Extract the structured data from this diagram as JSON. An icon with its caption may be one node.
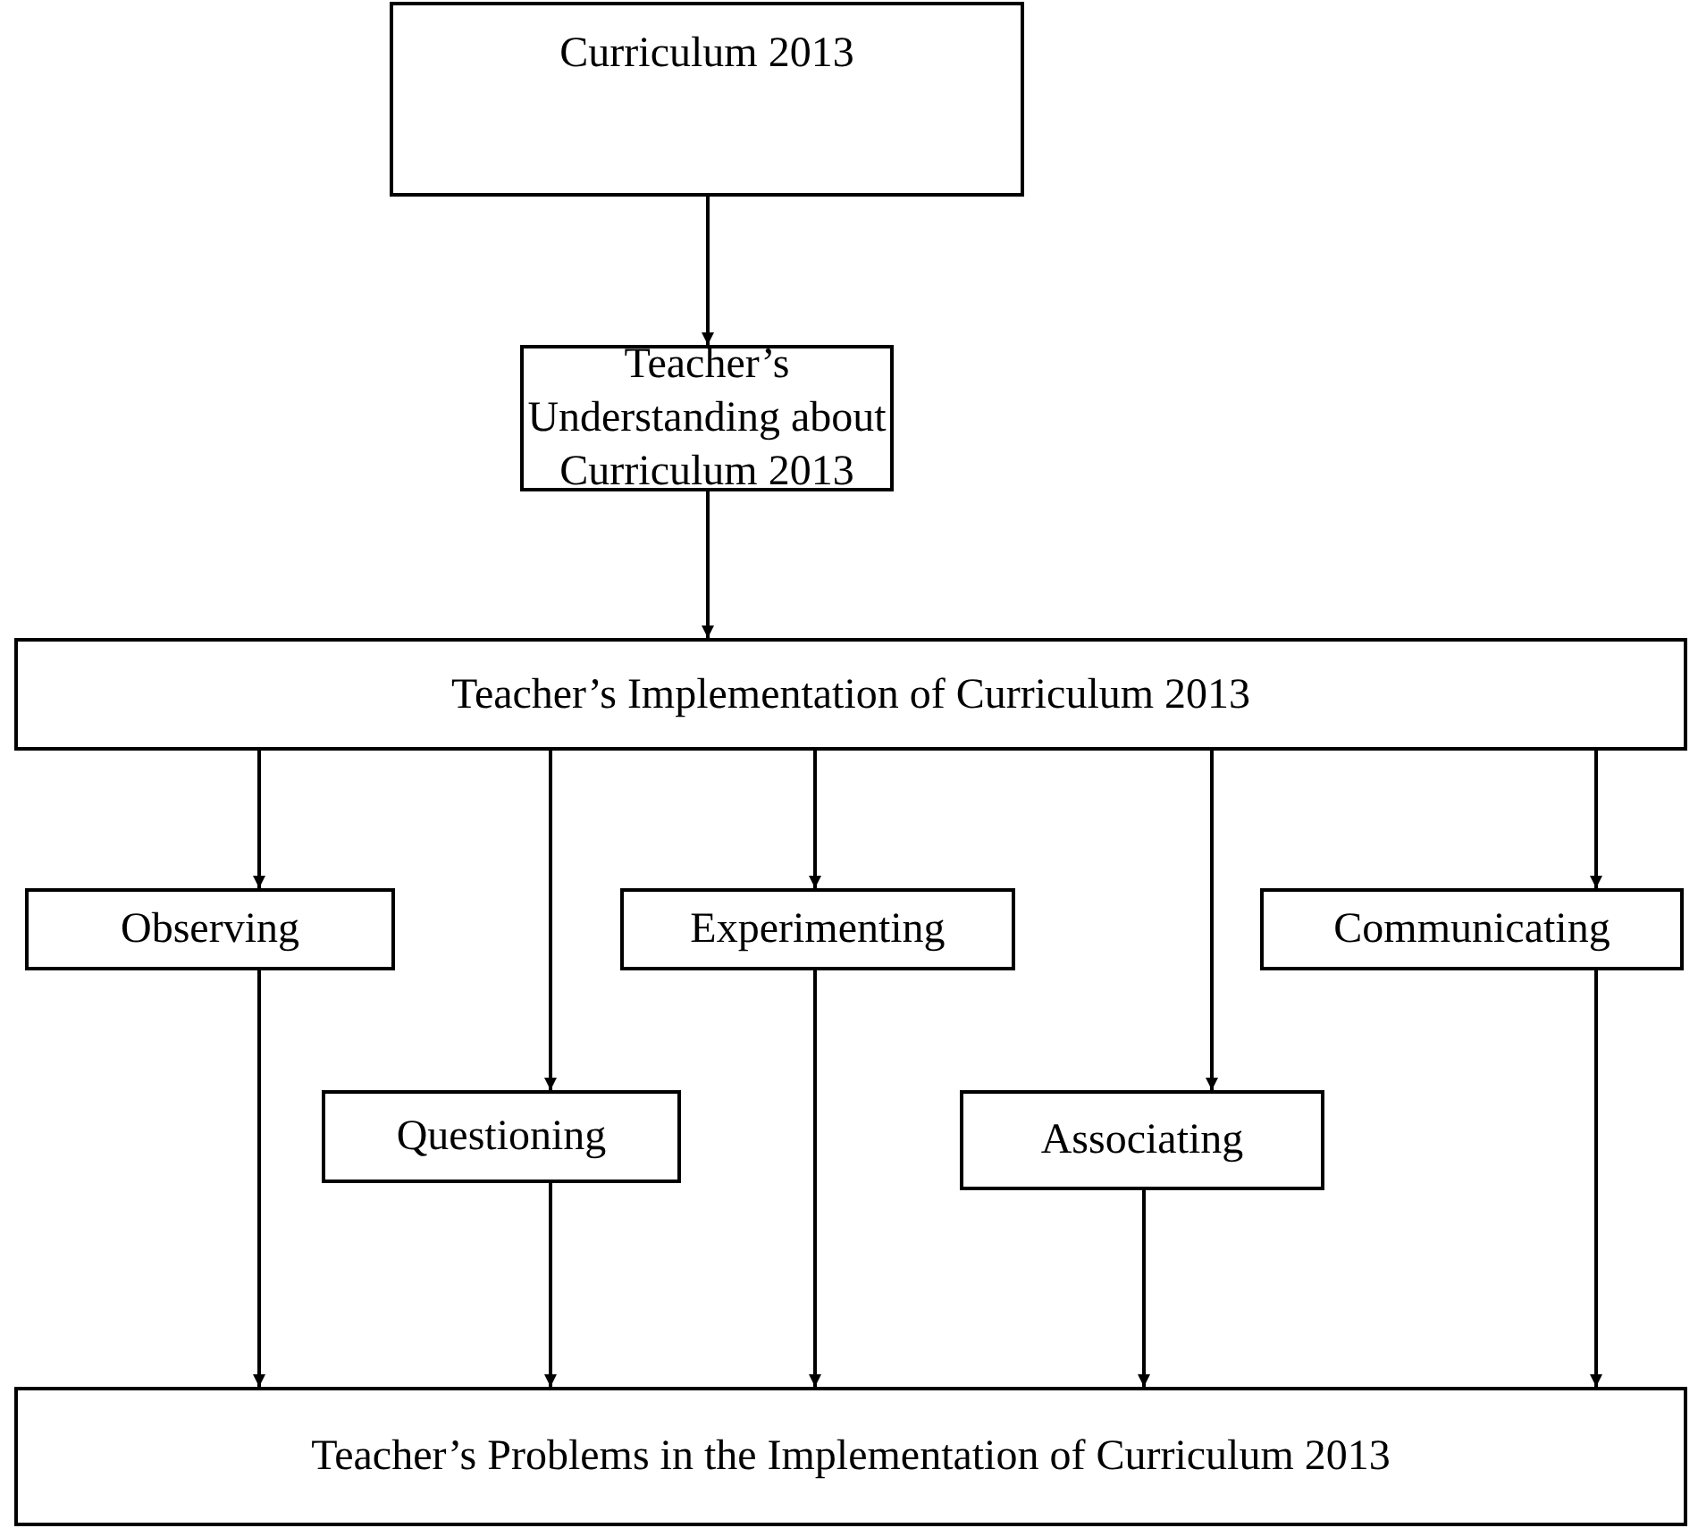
{
  "diagram": {
    "nodes": [
      {
        "text": [
          "Curriculum 2013"
        ]
      },
      {
        "text": [
          "Teacher’s Understanding about Curriculum 2013"
        ]
      },
      {
        "text": [
          "Teacher’s Implementation of Curriculum 2013"
        ]
      },
      {
        "text": [
          "Observing"
        ]
      },
      {
        "text": [
          "Experimenting"
        ]
      },
      {
        "text": [
          "Communicating"
        ]
      },
      {
        "text": [
          "Questioning"
        ]
      },
      {
        "text": [
          "Associating"
        ]
      },
      {
        "text": [
          "Teacher’s Problems in the Implementation of Curriculum 2013"
        ]
      }
    ],
    "edges": [
      {
        "from": 0,
        "to": 1,
        "arrow": "to"
      },
      {
        "from": 1,
        "to": 2,
        "arrow": "to"
      },
      {
        "from": 2,
        "to": 3,
        "arrow": "to"
      },
      {
        "from": 2,
        "to": 6,
        "arrow": "to"
      },
      {
        "from": 2,
        "to": 4,
        "arrow": "to"
      },
      {
        "from": 2,
        "to": 7,
        "arrow": "to"
      },
      {
        "from": 2,
        "to": 5,
        "arrow": "to"
      },
      {
        "from": 3,
        "to": 8,
        "arrow": "to"
      },
      {
        "from": 6,
        "to": 8,
        "arrow": "to"
      },
      {
        "from": 4,
        "to": 8,
        "arrow": "to"
      },
      {
        "from": 7,
        "to": 8,
        "arrow": "to"
      },
      {
        "from": 5,
        "to": 8,
        "arrow": "to"
      }
    ]
  }
}
